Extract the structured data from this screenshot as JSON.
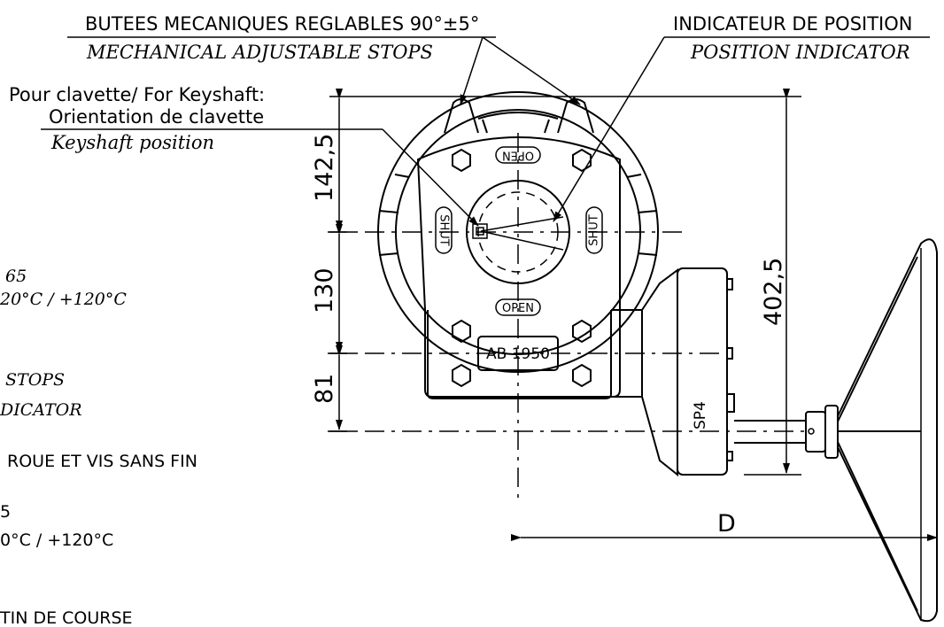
{
  "labels": {
    "stops_fr": "BUTEES MECANIQUES REGLABLES 90°±5°",
    "stops_en": "MECHANICAL ADJUSTABLE STOPS",
    "indicator_fr": "INDICATEUR DE POSITION",
    "indicator_en": "POSITION INDICATOR",
    "keyshaft_1": "Pour clavette/ For Keyshaft:",
    "keyshaft_2": "Orientation de clavette",
    "keyshaft_3": "Keyshaft position"
  },
  "left_notes": {
    "n1": "65",
    "n2": "20°C / +120°C",
    "n3": "STOPS",
    "n4": "DICATOR",
    "n5": "ROUE ET VIS SANS FIN",
    "n6": "5",
    "n7": "0°C / +120°C",
    "n8": "TIN DE COURSE"
  },
  "dimensions": {
    "d1": "142,5",
    "d2": "130",
    "d3": "81",
    "d4": "402,5",
    "d5": "D"
  },
  "body": {
    "open_top": "OPEN",
    "open_bottom": "OPEN",
    "shut_left": "SHUT",
    "shut_right": "SHUT",
    "model": "AB 1950",
    "gearbox": "SP4"
  }
}
